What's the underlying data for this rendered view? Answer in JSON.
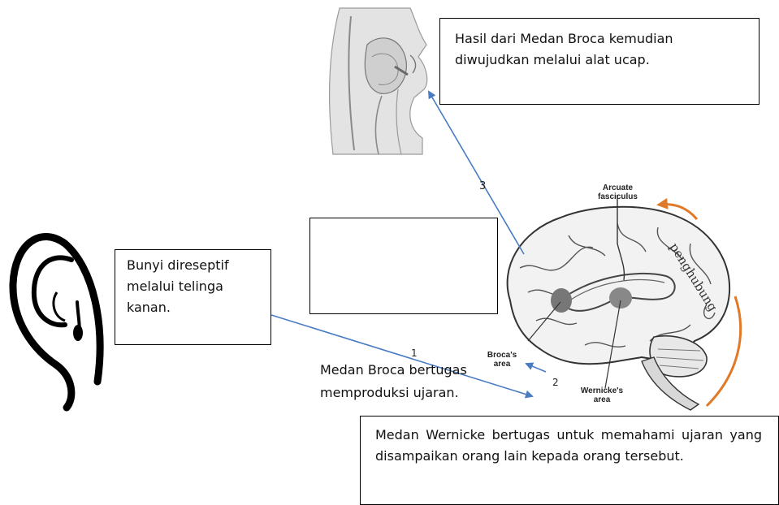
{
  "boxes": {
    "speech": "Hasil dari Medan Broca kemudian diwujudkan  melalui alat ucap.",
    "ear": "Bunyi direseptif melalui telinga kanan.",
    "wernicke": "Medan Wernicke bertugas untuk memahami ujaran yang disampaikan orang lain kepada orang tersebut."
  },
  "broca_task": "Medan Broca bertugas memproduksi ujaran.",
  "steps": {
    "one": "1",
    "two": "2",
    "three": "3"
  },
  "brain": {
    "arcuate": "Arcuate fasciculus",
    "broca": "Broca's area",
    "wernicke": "Wernicke's area",
    "connector": "penghubung"
  },
  "colors": {
    "arrow": "#4a7cc4",
    "connector_arrow": "#e07a28",
    "box_border": "#000000"
  }
}
